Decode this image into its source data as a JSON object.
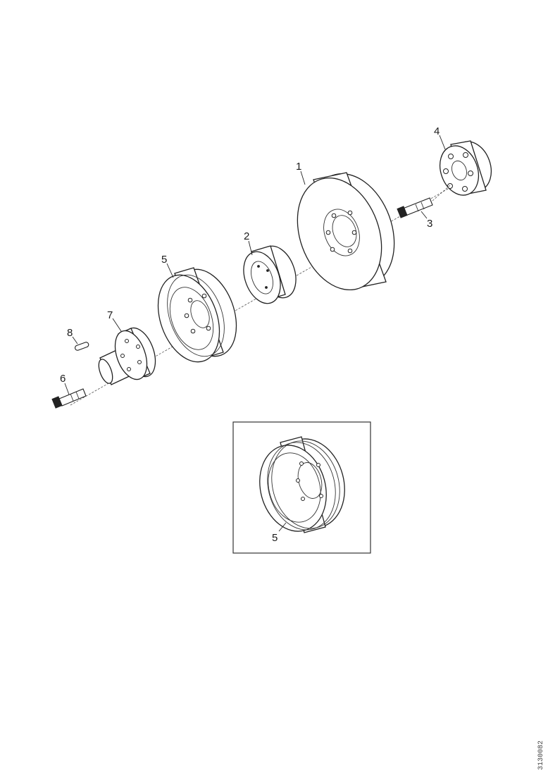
{
  "callouts": {
    "c1": "1",
    "c2": "2",
    "c3": "3",
    "c4": "4",
    "c5": "5",
    "c6": "6",
    "c7": "7",
    "c8": "8",
    "c5_inset": "5"
  },
  "document_id": "3130082"
}
